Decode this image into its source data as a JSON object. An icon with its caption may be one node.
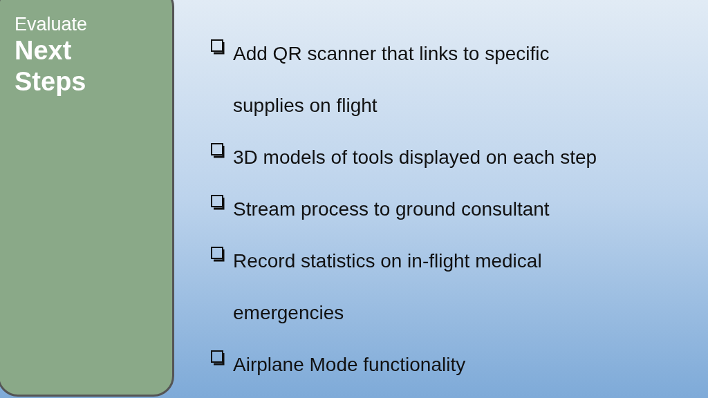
{
  "diagram": {
    "nodes": [
      {
        "text": [
          "Evaluate",
          "Next Steps"
        ]
      }
    ],
    "labels": [
      "Add QR scanner that links to specific supplies on flight",
      "3D models of tools displayed on each step",
      "Stream process to ground consultant",
      "Record statistics on in-flight medical emergencies",
      "Airplane Mode functionality"
    ]
  }
}
